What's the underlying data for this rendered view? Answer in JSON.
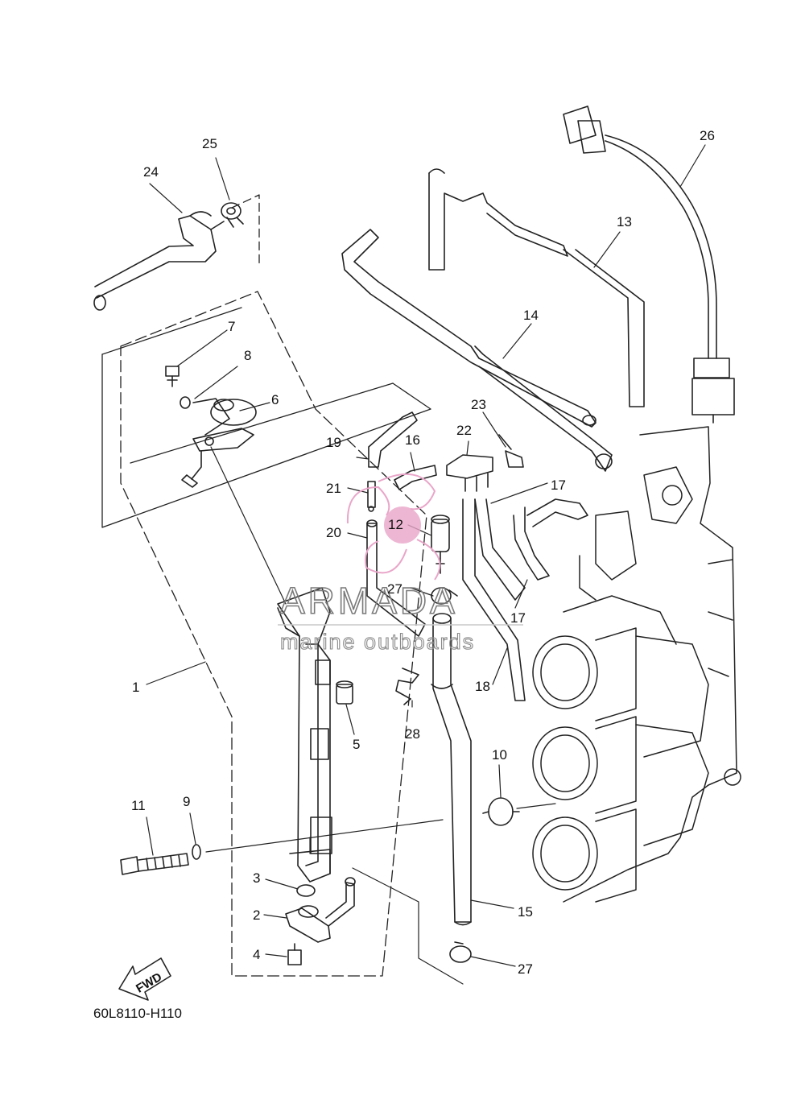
{
  "diagram": {
    "callouts": [
      "1",
      "2",
      "3",
      "4",
      "5",
      "6",
      "7",
      "8",
      "9",
      "10",
      "11",
      "12",
      "13",
      "14",
      "15",
      "16",
      "17",
      "17",
      "18",
      "19",
      "20",
      "21",
      "22",
      "23",
      "24",
      "25",
      "26",
      "27",
      "27",
      "28"
    ],
    "diagram_code": "60L8110-H110",
    "fwd_label": "FWD"
  },
  "watermark": {
    "brand": "ARMADA",
    "tagline": "marine outboards",
    "accent_color": "#e9a6c9"
  }
}
